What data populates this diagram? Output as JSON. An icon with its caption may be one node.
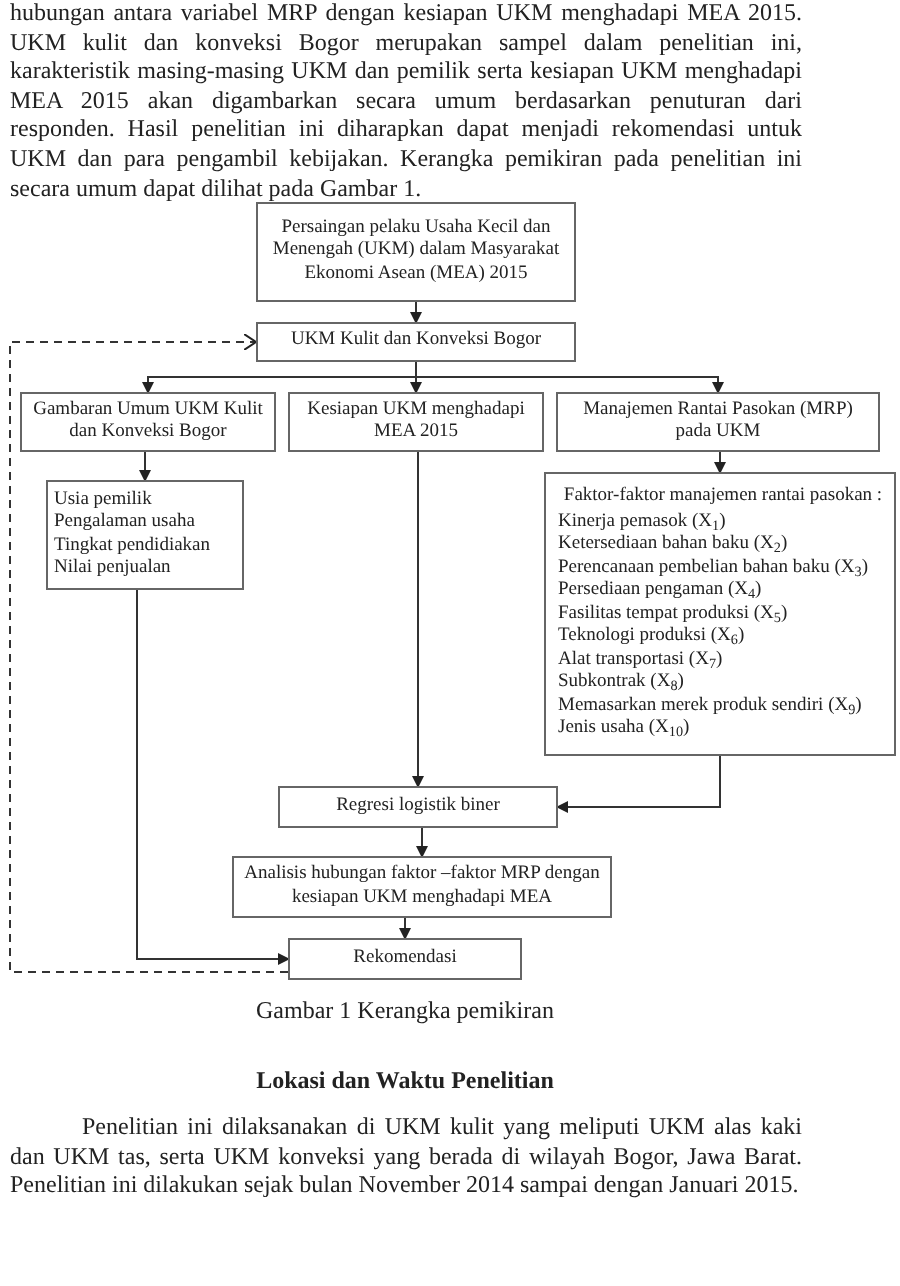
{
  "diagram": {
    "caption": "Gambar  1 Kerangka pemikiran",
    "nodes": [
      {
        "text": [
          "Persaingan pelaku Usaha Kecil dan Menengah  (UKM) dalam Masyarakat Ekonomi Asean (MEA) 2015"
        ]
      },
      {
        "text": [
          "UKM Kulit dan Konveksi Bogor"
        ]
      },
      {
        "text": [
          "Gambaran Umum UKM Kulit dan Konveksi Bogor"
        ]
      },
      {
        "text": [
          "Kesiapan UKM menghadapi MEA 2015"
        ]
      },
      {
        "text": [
          "Manajemen Rantai Pasokan (MRP) pada UKM"
        ]
      },
      {
        "text": [
          "Usia pemilik",
          "Pengalaman usaha",
          "Tingkat pendidiakan",
          "Nilai penjualan"
        ]
      },
      {
        "text": [
          "Faktor-faktor manajemen rantai pasokan :",
          "Kinerja pemasok (X$_{1}$)",
          "Ketersediaan bahan baku (X$_{2}$)",
          "Perencanaan pembelian bahan baku (X$_{3}$)",
          "Persediaan pengaman (X$_{4}$)",
          "Fasilitas tempat produksi (X$_{5}$)",
          "Teknologi produksi (X$_{6}$)",
          "Alat transportasi (X$_{7}$)",
          "Subkontrak (X$_{8}$)",
          "Memasarkan  merek produk sendiri (X$_{9}$)",
          "Jenis usaha (X$_{10}$)"
        ]
      },
      {
        "text": [
          "Regresi logistik biner"
        ]
      },
      {
        "text": [
          "Analisis hubungan faktor –faktor MRP dengan kesiapan UKM menghadapi MEA"
        ]
      },
      {
        "text": [
          "Rekomendasi"
        ]
      }
    ],
    "edges": [
      {
        "from": 0,
        "to": 1,
        "arrow": "to"
      },
      {
        "from": 1,
        "to": 2,
        "arrow": "to"
      },
      {
        "from": 1,
        "to": 3,
        "arrow": "to"
      },
      {
        "from": 1,
        "to": 4,
        "arrow": "to"
      },
      {
        "from": 2,
        "to": 5,
        "arrow": "to"
      },
      {
        "from": 4,
        "to": 6,
        "arrow": "to"
      },
      {
        "from": 3,
        "to": 7,
        "arrow": "to"
      },
      {
        "from": 6,
        "to": 7,
        "arrow": "to"
      },
      {
        "from": 7,
        "to": 8,
        "arrow": "to"
      },
      {
        "from": 8,
        "to": 9,
        "arrow": "to"
      },
      {
        "from": 5,
        "to": 9,
        "arrow": "to"
      },
      {
        "from": 9,
        "to": 1,
        "arrow": "to",
        "style": "dashed"
      }
    ],
    "labels": [
      "hubungan antara variabel MRP dengan kesiapan UKM menghadapi MEA 2015. UKM kulit dan konveksi Bogor merupakan sampel dalam penelitian ini, karakteristik masing-masing UKM dan pemilik serta kesiapan UKM menghadapi MEA 2015 akan digambarkan secara umum berdasarkan penuturan dari responden. Hasil penelitian ini diharapkan dapat menjadi rekomendasi untuk UKM dan para pengambil kebijakan. Kerangka pemikiran pada penelitian ini secara umum dapat dilihat pada Gambar 1.",
      "Lokasi dan Waktu Penelitian",
      "Penelitian ini dilaksanakan di UKM kulit yang meliputi UKM alas kaki dan UKM tas, serta UKM konveksi yang berada di wilayah Bogor, Jawa Barat. Penelitian ini dilakukan sejak bulan November 2014 sampai dengan Januari 2015."
    ]
  }
}
